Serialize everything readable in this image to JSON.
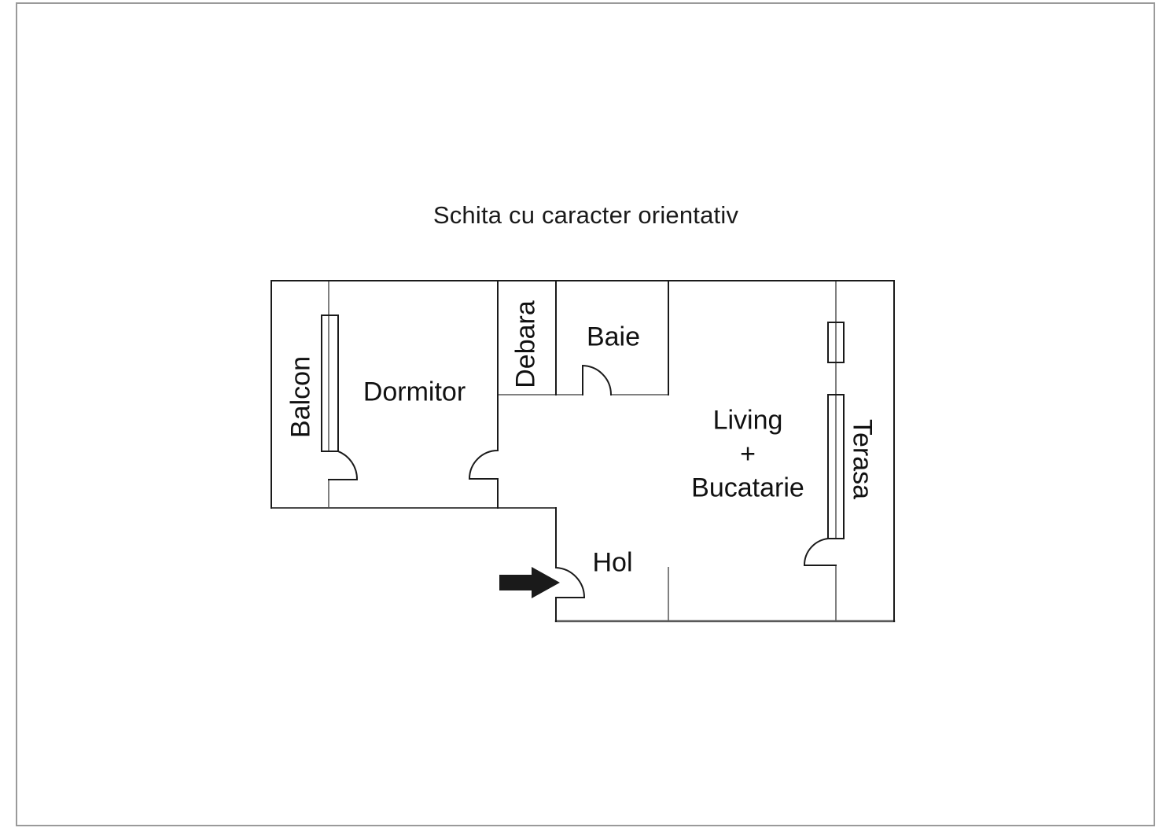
{
  "title": "Schita cu caracter orientativ",
  "floorplan": {
    "rooms": [
      {
        "id": "balcon",
        "label": "Balcon",
        "orientation": "vertical-bottom-to-top"
      },
      {
        "id": "dormitor",
        "label": "Dormitor",
        "orientation": "horizontal"
      },
      {
        "id": "debara",
        "label": "Debara",
        "orientation": "vertical-bottom-to-top"
      },
      {
        "id": "baie",
        "label": "Baie",
        "orientation": "horizontal"
      },
      {
        "id": "living",
        "label_line1": "Living",
        "label_line2": "+",
        "label_line3": "Bucatarie",
        "orientation": "horizontal"
      },
      {
        "id": "hol",
        "label": "Hol",
        "orientation": "horizontal"
      },
      {
        "id": "terasa",
        "label": "Terasa",
        "orientation": "vertical-top-to-bottom"
      }
    ],
    "entrance": {
      "marker": "black-arrow-pointing-right-at-entrance-door"
    },
    "colors": {
      "wall_black": "#1a1a1a",
      "wall_gray": "#808080",
      "wall_dark_gray": "#4a4a4a",
      "bottom_wall_gray": "#5a5a5a",
      "text": "#111111",
      "page_border": "#9a9a9a",
      "background": "#ffffff",
      "arrow": "#1a1a1a"
    }
  }
}
